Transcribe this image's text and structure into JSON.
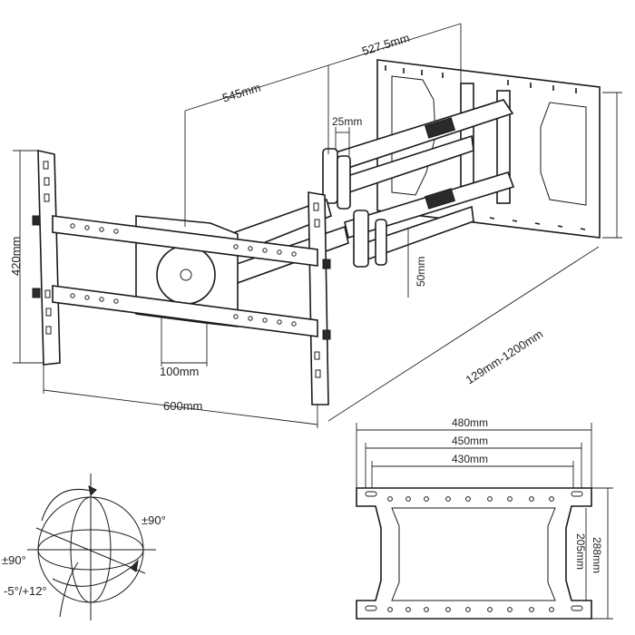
{
  "diagram": {
    "dimensions": {
      "arm_depth": "527.5mm",
      "arm_length": "545mm",
      "arm_gap": "25mm",
      "wall_plate_height": "288mm",
      "vesa_height": "420mm",
      "arm_thickness": "50mm",
      "vesa_width": "600mm",
      "center_plate": "100mm",
      "extension_range": "129mm-1200mm"
    },
    "rotation": {
      "swivel": "±90°",
      "rotate": "±90°",
      "tilt": "-5°/+12°"
    },
    "wall_plate_detail": {
      "width_outer": "480mm",
      "width_middle": "450mm",
      "width_inner": "430mm",
      "height": "288mm",
      "inner_height": "205mm"
    }
  }
}
